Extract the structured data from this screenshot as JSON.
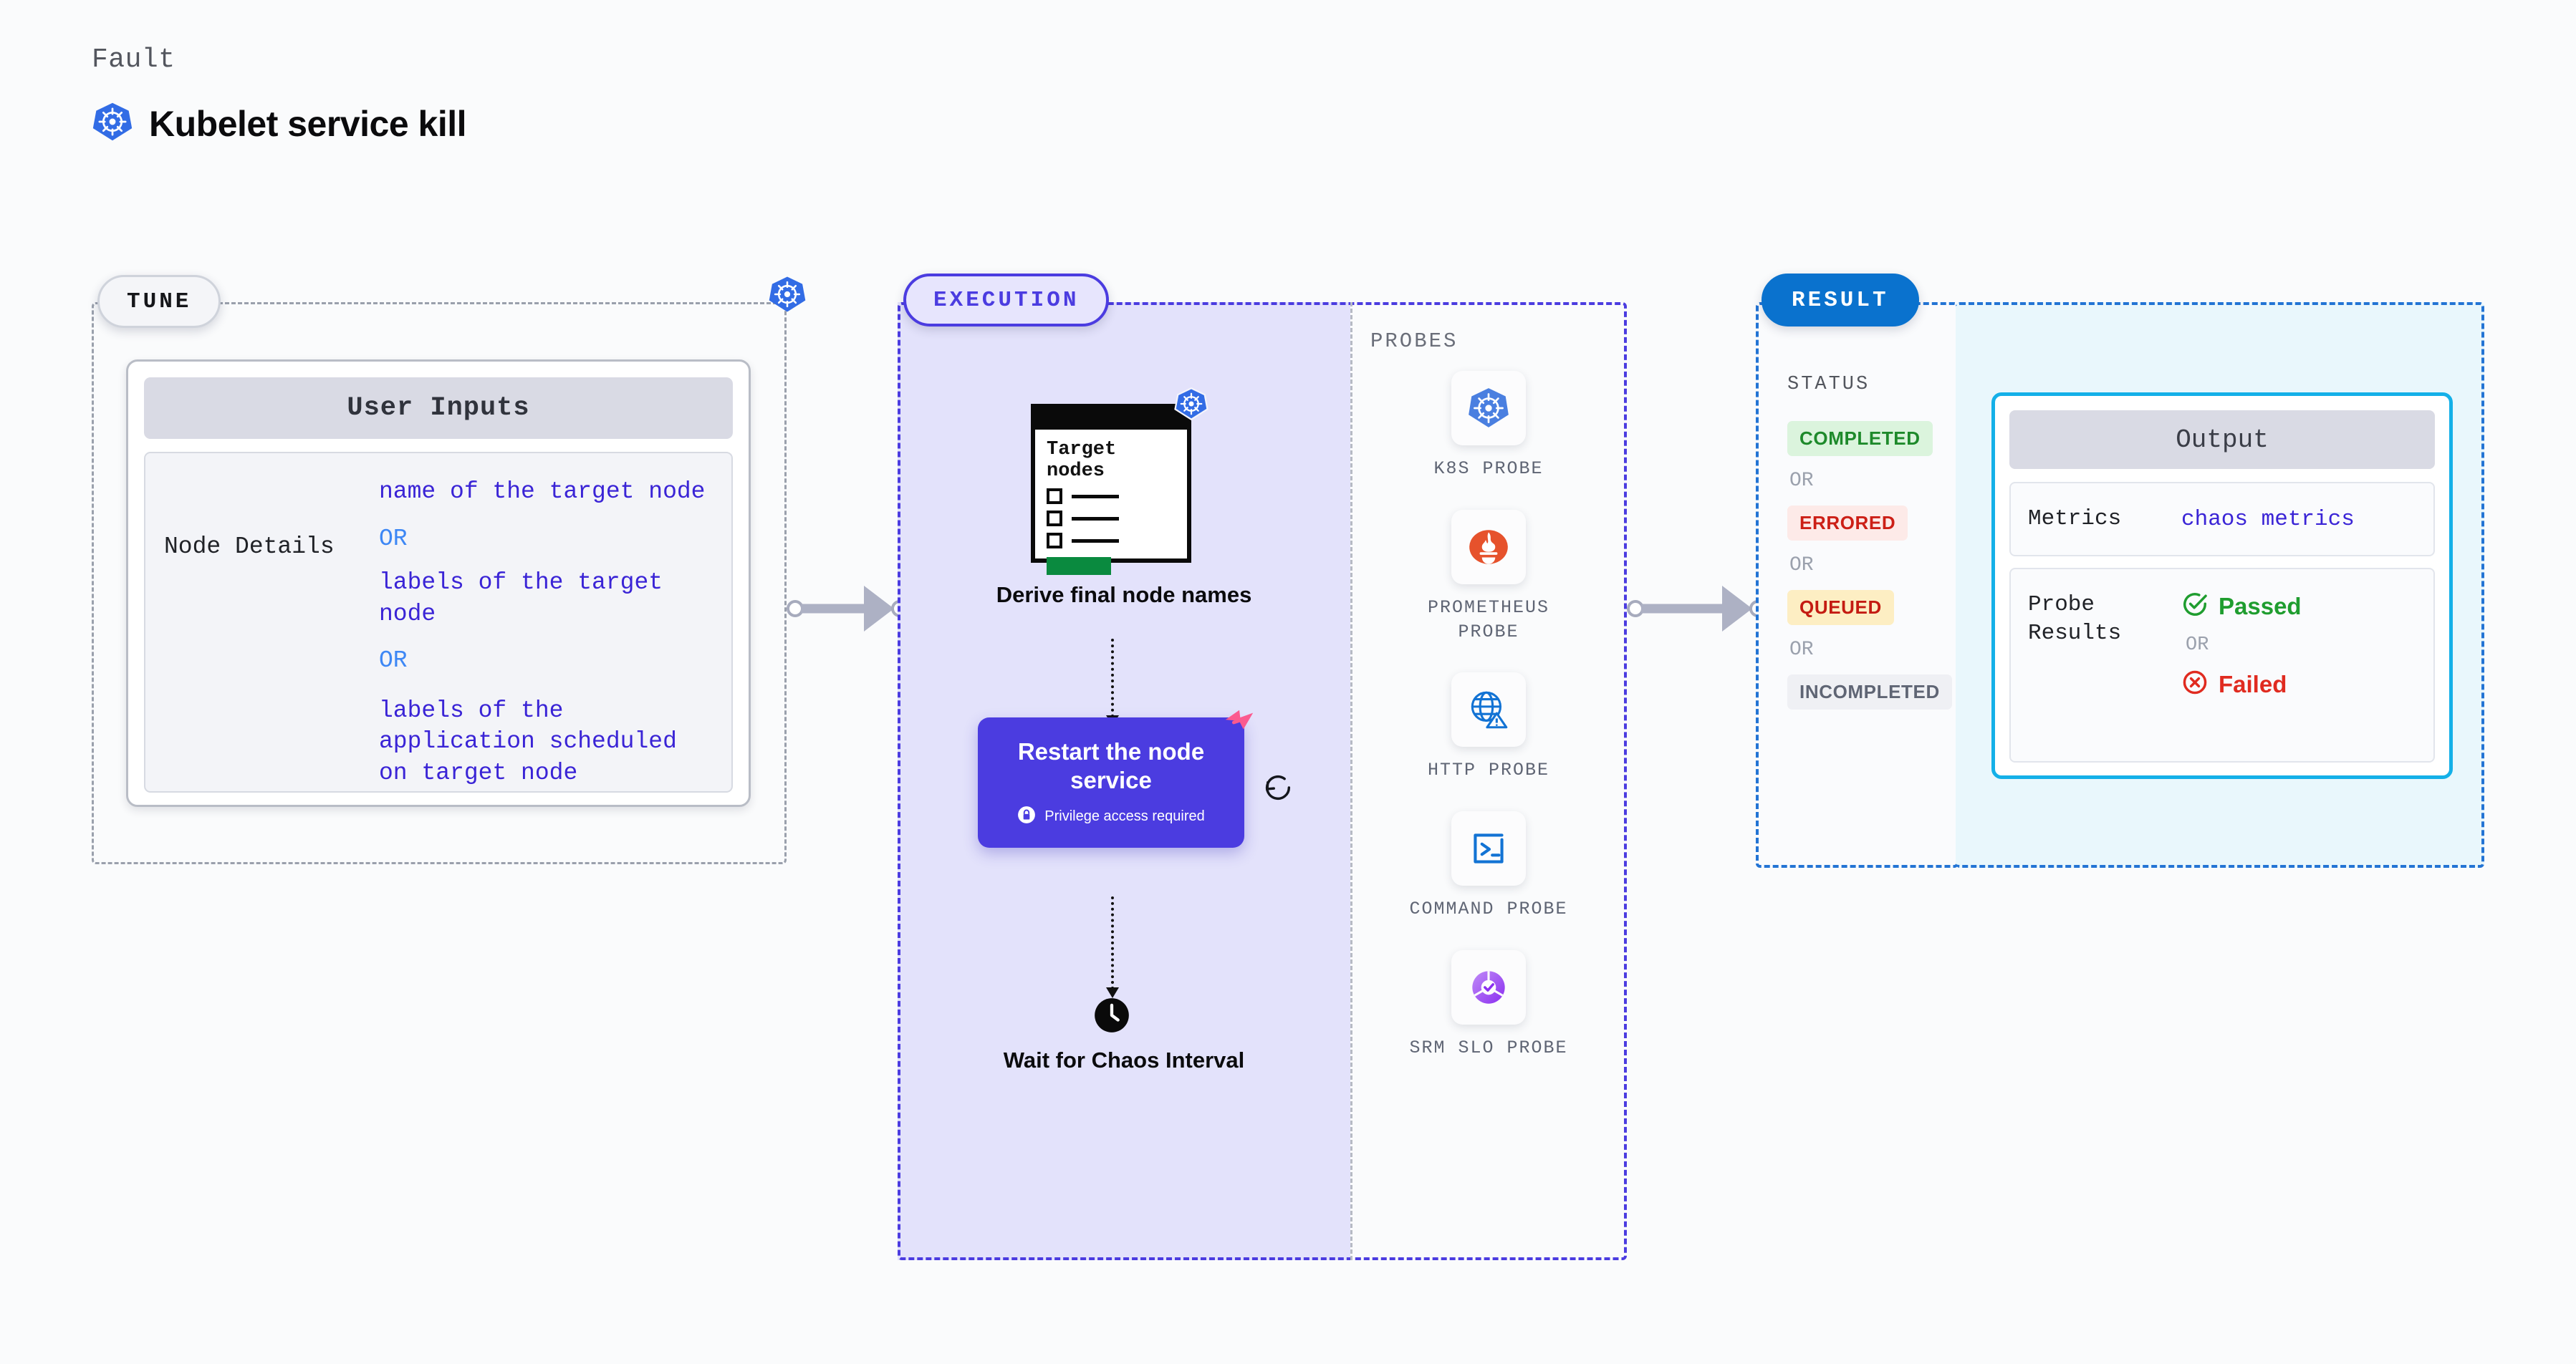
{
  "header": {
    "eyebrow": "Fault",
    "title": "Kubelet service kill",
    "icon": "kubernetes-icon"
  },
  "tune": {
    "pill_label": "TUNE",
    "badge_icon": "kubernetes-icon",
    "card": {
      "header": "User Inputs",
      "rows": [
        {
          "key": "Node Details",
          "options": [
            "name of the target node",
            "labels of the target node",
            "labels of the application scheduled on target node"
          ],
          "separator": "OR"
        }
      ]
    }
  },
  "execution": {
    "pill_label": "EXECUTION",
    "probes_label": "PROBES",
    "steps": [
      {
        "id": "derive-final-node-names",
        "caption": "Derive final node names",
        "card": {
          "heading": "Target nodes",
          "badge_icon": "kubernetes-icon",
          "checkbox_count": 3,
          "button_color": "#0a8a3f"
        }
      },
      {
        "id": "restart-the-node-service",
        "label": "Restart the node service",
        "note": "Privilege access required",
        "note_icon": "lock-icon",
        "marker_icon": "chaos-marker-icon",
        "loop_icon": "refresh-loop-icon",
        "color": "#4b3ce0"
      },
      {
        "id": "wait-for-chaos-interval",
        "caption": "Wait for Chaos Interval",
        "icon": "clock-icon"
      }
    ],
    "probes": [
      {
        "label": "K8S PROBE",
        "icon": "kubernetes-icon"
      },
      {
        "label": "PROMETHEUS PROBE",
        "icon": "prometheus-icon"
      },
      {
        "label": "HTTP PROBE",
        "icon": "globe-warning-icon"
      },
      {
        "label": "COMMAND PROBE",
        "icon": "terminal-icon"
      },
      {
        "label": "SRM SLO PROBE",
        "icon": "srm-slo-icon"
      }
    ]
  },
  "result": {
    "pill_label": "RESULT",
    "status_label": "STATUS",
    "separator": "OR",
    "statuses": [
      {
        "label": "COMPLETED",
        "text_color": "#1e8a2b",
        "bg_color": "#dbf4dd"
      },
      {
        "label": "ERRORED",
        "text_color": "#cc1f16",
        "bg_color": "#fdeae8"
      },
      {
        "label": "QUEUED",
        "text_color": "#c41b12",
        "bg_color": "#fdeec3"
      },
      {
        "label": "INCOMPLETED",
        "text_color": "#5f6574",
        "bg_color": "#eff0f4"
      }
    ],
    "output": {
      "header": "Output",
      "metrics_key": "Metrics",
      "metrics_value": "chaos metrics",
      "probe_results_key": "Probe Results",
      "passed_label": "Passed",
      "passed_icon": "check-circle-icon",
      "failed_label": "Failed",
      "failed_icon": "x-circle-icon",
      "separator": "OR"
    }
  },
  "colors": {
    "execution_accent": "#4b3ce0",
    "result_accent": "#0a72ce",
    "output_border": "#14b0e8",
    "kubernetes_blue": "#326ce5",
    "chaos_pink": "#fb5a8f"
  }
}
